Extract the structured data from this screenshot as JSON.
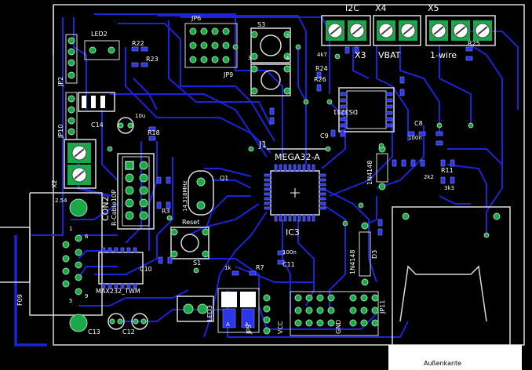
{
  "board": {
    "background_color": "#000000",
    "trace_color": "#1a24d8",
    "pad_color": "#1aa84a",
    "silk_color": "#ffffff",
    "outline_color": "#d8d8d8"
  },
  "labels": {
    "i2c": "I2C",
    "x4": "X4",
    "x5": "X5",
    "x3": "X3",
    "vbat": "VBAT",
    "one_wire": "1-wire",
    "ds3231": "DS3231",
    "mega": "MEGA32-A",
    "j1": "J1",
    "ic3": "IC3",
    "jp6": "JP6",
    "jp9": "JP9",
    "s3": "S3",
    "s1": "S1",
    "reset": "Reset",
    "led2": "LED2",
    "con2": "CON2",
    "rcable": "R-Cable10P",
    "max232": "MAX232_TWM",
    "f09": "F09",
    "x2": "X2",
    "jp2": "JP2",
    "jp10": "JP10",
    "n4148a": "1N4148",
    "n4148b": "1N4148",
    "d3": "D3",
    "jp5": "JP5",
    "jp11": "JP11",
    "gnd": "GND",
    "vcc": "VCC",
    "c13": "C13",
    "c12": "C12",
    "led3": "LED3",
    "aussenkante": "Außenkante",
    "r22": "R22",
    "r23": "R23",
    "r18": "R18",
    "r24": "R24",
    "r25": "R25",
    "r26": "R26",
    "r11": "R11",
    "r7": "R7",
    "r3": "R3",
    "c11": "C11",
    "c9": "C9",
    "c8": "C8",
    "c10": "C10",
    "c14": "C14",
    "v100n": "100n",
    "v10u": "10u",
    "v4k7": "4k7",
    "v1k": "1k",
    "v2k2": "2k2",
    "v3k3": "3k3",
    "v14318": "14.318MHz",
    "v254": "2.54",
    "q1": "Q1",
    "pin1": "1",
    "pin2": "2",
    "pin3": "3",
    "pin4": "4",
    "pin5": "5",
    "pin6": "6",
    "pin9": "9",
    "k": "K",
    "a": "A",
    "c": "C"
  }
}
